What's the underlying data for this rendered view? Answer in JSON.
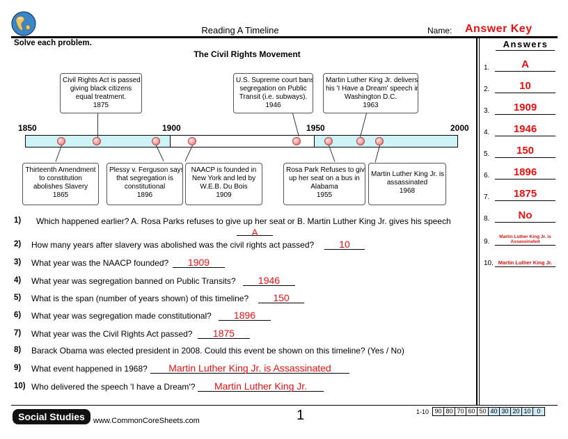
{
  "header": {
    "title": "Reading A Timeline",
    "name_label": "Name:",
    "answer_key": "Answer Key"
  },
  "instructions": "Solve each problem.",
  "subtitle": "The Civil Rights Movement",
  "timeline": {
    "years": [
      "1850",
      "1900",
      "1950",
      "2000"
    ],
    "events_above": [
      {
        "lines": [
          "Civil Rights Act is passed",
          "giving black citizens",
          "equal treatment.",
          "1875"
        ]
      },
      {
        "lines": [
          "U.S. Supreme court bans",
          "segregation on Public",
          "Transit (i.e. subways).",
          "1946"
        ]
      },
      {
        "lines": [
          "Martin Luther King Jr. delivers",
          "his 'I Have a Dream' speech in",
          "Washington D.C.",
          "1963"
        ]
      }
    ],
    "events_below": [
      {
        "lines": [
          "Thirteenth Amendment",
          "to constitution",
          "abolishes Slavery",
          "1865"
        ]
      },
      {
        "lines": [
          "Plessy v. Ferguson says",
          "that segregation is",
          "constitutional",
          "1896"
        ]
      },
      {
        "lines": [
          "NAACP is founded in",
          "New York and led by",
          "W.E.B. Du Bois",
          "1909"
        ]
      },
      {
        "lines": [
          "Rosa Park Refuses to give",
          "up her seat on a bus in",
          "Alabama",
          "1955"
        ]
      },
      {
        "lines": [
          "Martin Luther King Jr. is",
          "assassinated",
          "1968"
        ]
      }
    ]
  },
  "questions": [
    {
      "num": "1)",
      "text": "Which happened earlier?   A. Rosa Parks refuses to give up her seat    or    B. Martin Luther King Jr. gives his speech",
      "answer": "A"
    },
    {
      "num": "2)",
      "text": "How many years after slavery was abolished was the civil rights act passed?",
      "answer": "10"
    },
    {
      "num": "3)",
      "text": "What year was the NAACP founded?",
      "answer": "1909"
    },
    {
      "num": "4)",
      "text": "What year was segregation banned on Public Transits?",
      "answer": "1946"
    },
    {
      "num": "5)",
      "text": "What is the span (number of years shown) of this timeline?",
      "answer": "150"
    },
    {
      "num": "6)",
      "text": "What year was segregation made constitutional?",
      "answer": "1896"
    },
    {
      "num": "7)",
      "text": "What year was the Civil Rights Act passed?",
      "answer": "1875"
    },
    {
      "num": "8)",
      "text": "Barack Obama was elected president in 2008. Could this event be shown on this timeline? (Yes / No)",
      "answer": ""
    },
    {
      "num": "9)",
      "text": "What event happened in 1968?",
      "answer": "Martin Luther King Jr. is Assassinated"
    },
    {
      "num": "10)",
      "text": "Who delivered the speech 'I have a Dream'?",
      "answer": "Martin Luther King Jr."
    }
  ],
  "answers": {
    "title": "Answers",
    "items": [
      {
        "num": "1.",
        "value": "A"
      },
      {
        "num": "2.",
        "value": "10"
      },
      {
        "num": "3.",
        "value": "1909"
      },
      {
        "num": "4.",
        "value": "1946"
      },
      {
        "num": "5.",
        "value": "150"
      },
      {
        "num": "6.",
        "value": "1896"
      },
      {
        "num": "7.",
        "value": "1875"
      },
      {
        "num": "8.",
        "value": "No"
      },
      {
        "num": "9.",
        "value": "Martin Luther King Jr. is Assassinated"
      },
      {
        "num": "10.",
        "value": "Martin Luther King Jr."
      }
    ]
  },
  "footer": {
    "subject": "Social Studies",
    "website": "www.CommonCoreSheets.com",
    "page": "1",
    "range_label": "1-10",
    "scores": [
      "90",
      "80",
      "70",
      "60",
      "50",
      "40",
      "30",
      "20",
      "10",
      "0"
    ]
  },
  "colors": {
    "answer_red": "#e21212",
    "timeline_blue": "#cdf3f7",
    "timeline_white": "#ffffff",
    "dot_pink": "#f3a0a0",
    "score_highlight": "#cfe7f5"
  }
}
